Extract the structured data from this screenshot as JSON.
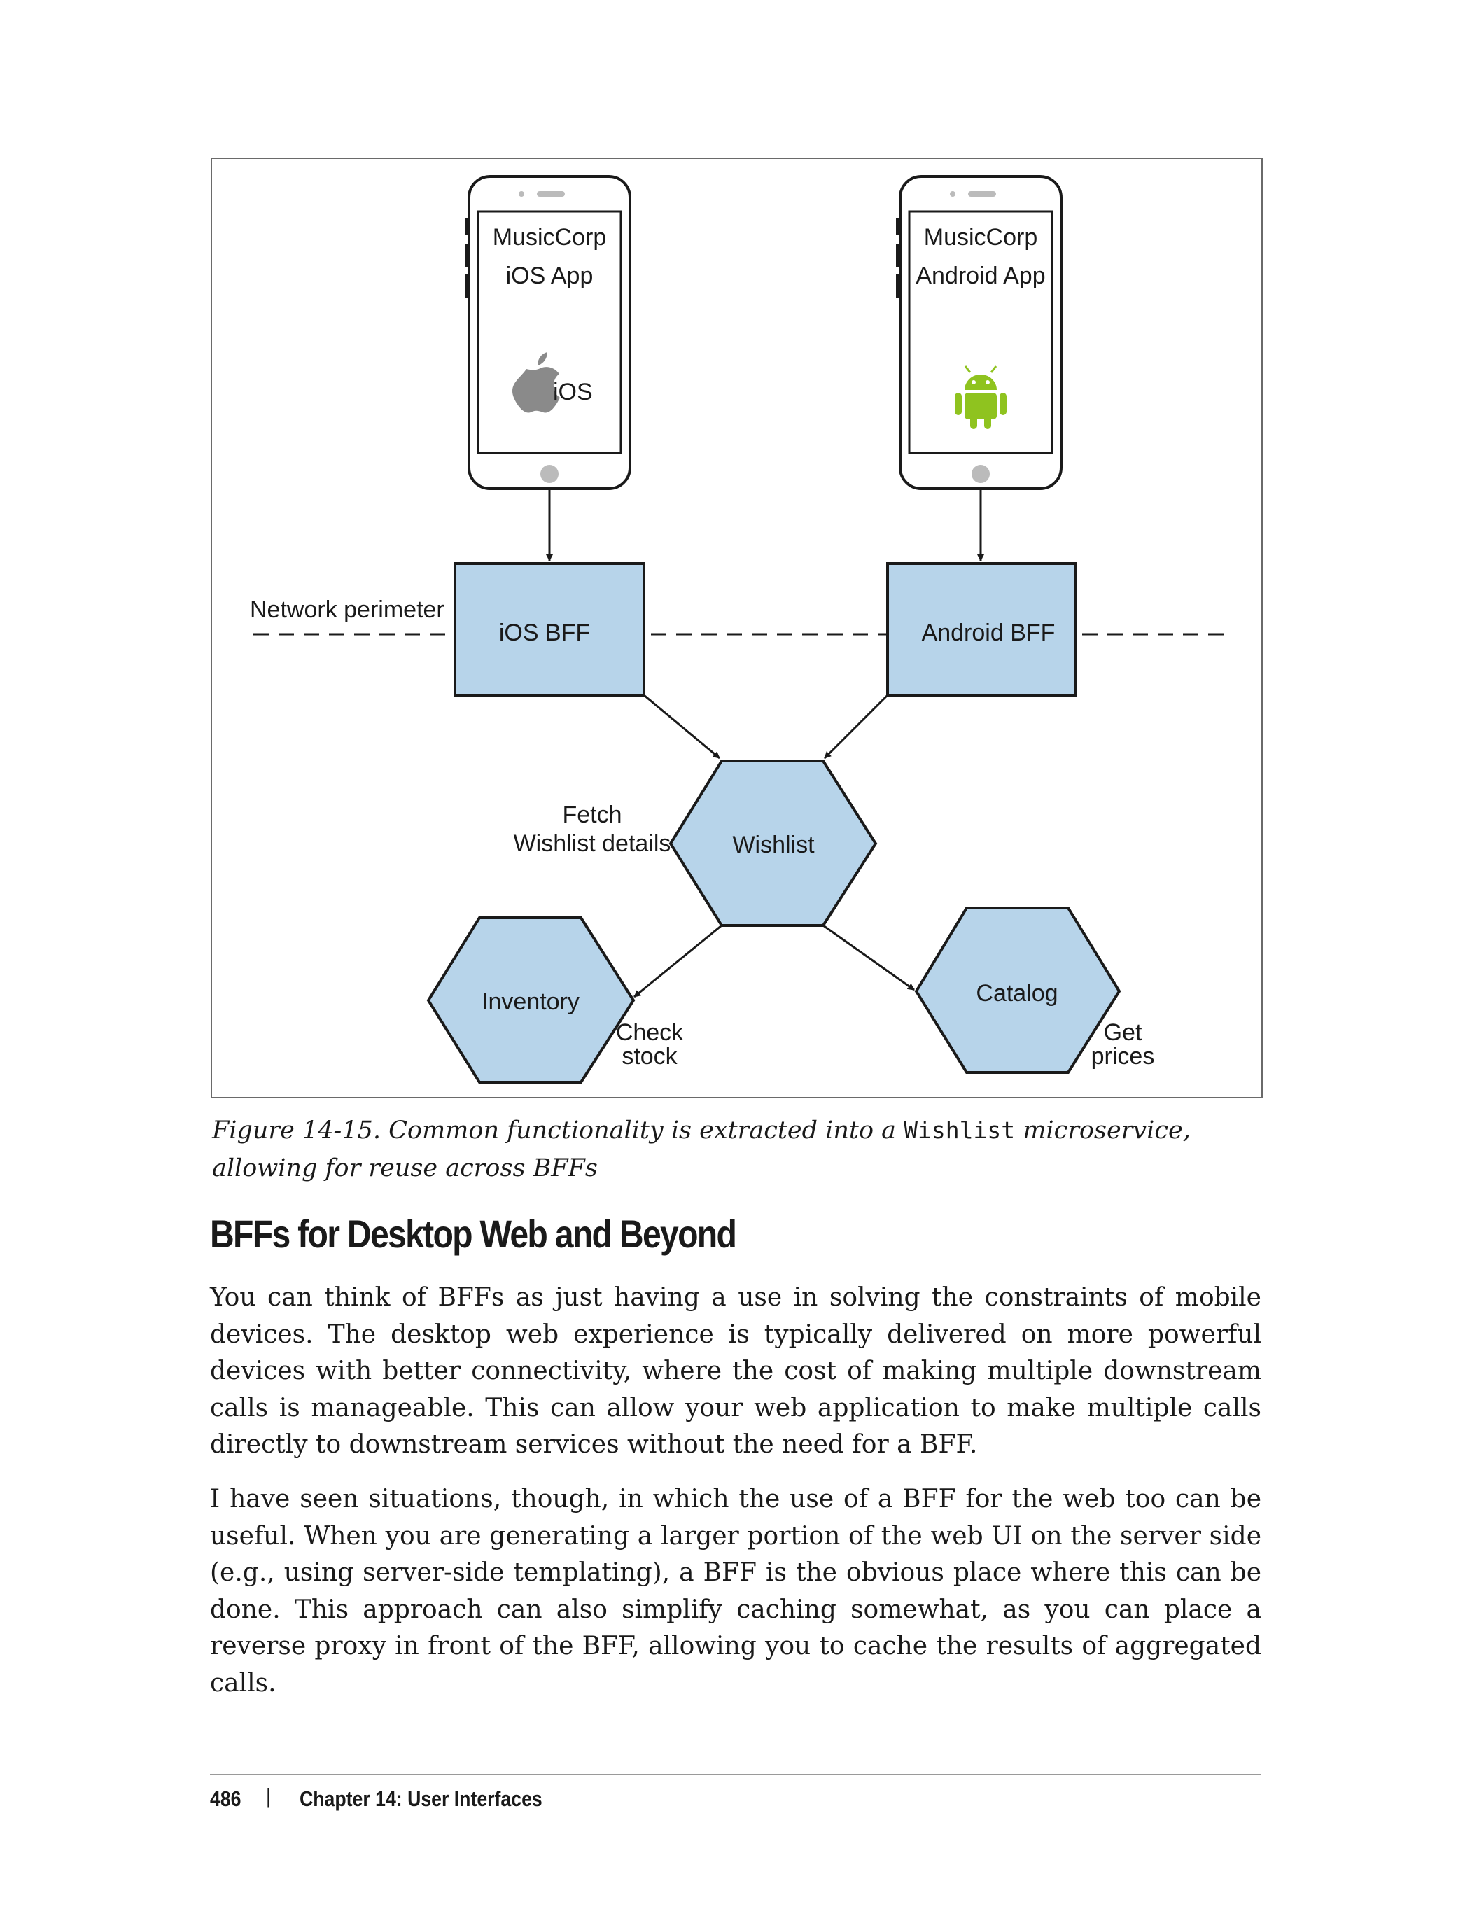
{
  "figure": {
    "phones": {
      "ios": {
        "line1": "MusicCorp",
        "line2": "iOS App",
        "os_label": "iOS"
      },
      "android": {
        "line1": "MusicCorp",
        "line2": "Android App"
      }
    },
    "network_perimeter_label": "Network perimeter",
    "bffs": {
      "ios": "iOS BFF",
      "android": "Android BFF"
    },
    "services": {
      "wishlist": "Wishlist",
      "inventory": "Inventory",
      "catalog": "Catalog"
    },
    "edge_labels": {
      "fetch_line1": "Fetch",
      "fetch_line2": "Wishlist details",
      "check_line1": "Check",
      "check_line2": "stock",
      "get_line1": "Get",
      "get_line2": "prices"
    },
    "colors": {
      "box_fill": "#b7d4ea",
      "stroke": "#1a1a1a",
      "android_green": "#8fc31f",
      "apple_gray": "#8a8a8a"
    }
  },
  "caption": {
    "prefix": "Figure 14-15. Common functionality is extracted into a ",
    "code": "Wishlist",
    "suffix": " microservice, allowing for reuse across BFFs"
  },
  "section_heading": "BFFs for Desktop Web and Beyond",
  "paragraphs": [
    "You can think of BFFs as just having a use in solving the constraints of mobile devices. The desktop web experience is typically delivered on more powerful devices with better connectivity, where the cost of making multiple downstream calls is manageable. This can allow your web application to make multiple calls directly to downstream services without the need for a BFF.",
    "I have seen situations, though, in which the use of a BFF for the web too can be useful. When you are generating a larger portion of the web UI on the server side (e.g., using server-side templating), a BFF is the obvious place where this can be done. This approach can also simplify caching somewhat, as you can place a reverse proxy in front of the BFF, allowing you to cache the results of aggregated calls."
  ],
  "footer": {
    "page_number": "486",
    "separator": "|",
    "chapter": "Chapter 14: User Interfaces"
  }
}
